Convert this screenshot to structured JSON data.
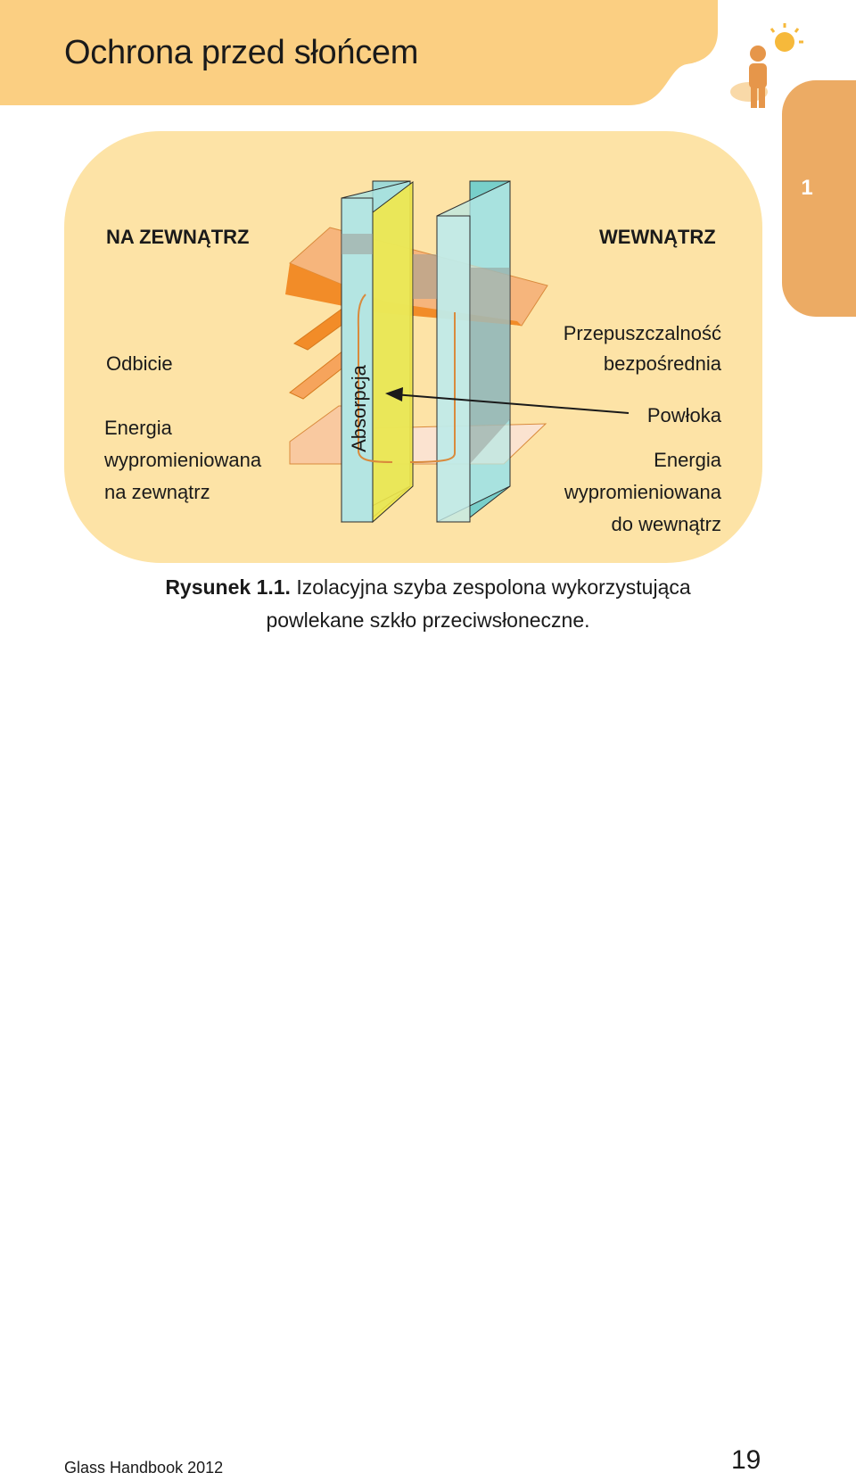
{
  "header": {
    "title": "Ochrona przed słońcem",
    "chapter_number": "1",
    "icon": "person-sun-icon"
  },
  "figure": {
    "outside_label": "NA ZEWNĄTRZ",
    "inside_label": "WEWNĄTRZ",
    "left_labels": {
      "reflection": "Odbicie",
      "outward_energy_line1": "Energia",
      "outward_energy_line2": "wypromieniowana",
      "outward_energy_line3": "na zewnątrz"
    },
    "right_labels": {
      "direct_transmission_line1": "Przepuszczalność",
      "direct_transmission_line2": "bezpośrednia",
      "coating": "Powłoka",
      "inward_energy_line1": "Energia",
      "inward_energy_line2": "wypromieniowana",
      "inward_energy_line3": "do wewnątrz"
    },
    "absorption_label": "Absorpcja",
    "caption_number": "Rysunek 1.1.",
    "caption_text_line1": "Izolacyjna szyba zespolona wykorzystująca",
    "caption_text_line2": "powlekane szkło przeciwsłoneczne."
  },
  "footer": {
    "book_title": "Glass Handbook 2012",
    "page_number": "19"
  },
  "colors": {
    "header_band": "#fbcf82",
    "chapter_tab": "#ecab64",
    "figure_panel": "#fde3a6",
    "glass": "#aee3e0",
    "coated_glass": "#f0e64a",
    "energy_flow": "#f4a764",
    "reflection": "#f28c28"
  }
}
